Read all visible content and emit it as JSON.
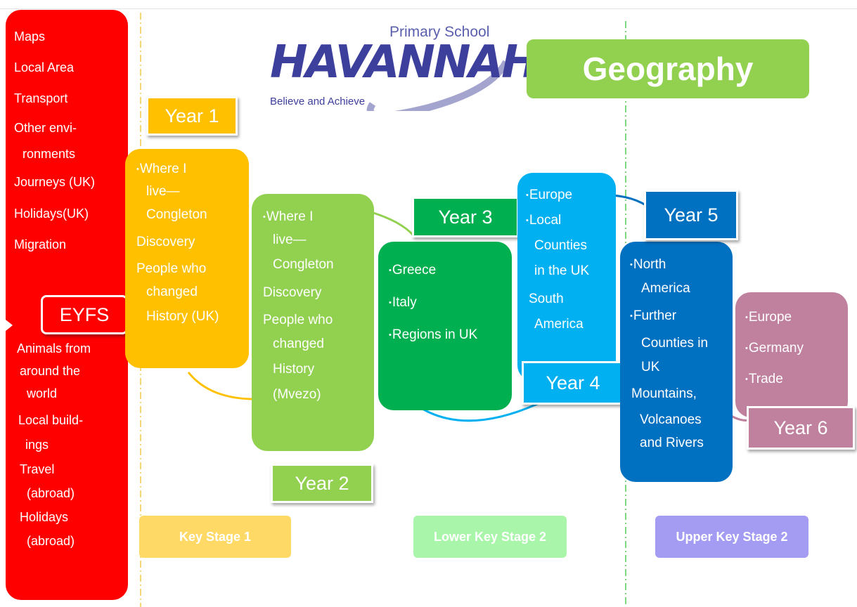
{
  "logo": {
    "name": "HAVANNAH",
    "school": "Primary School",
    "motto": "Believe and Achieve"
  },
  "title": "Geography",
  "eyfs": {
    "label": "EYFS",
    "top_items": [
      "Maps",
      "Local Area",
      "Transport",
      "Other envi-",
      "ronments",
      "Journeys (UK)",
      "Holidays(UK)",
      "Migration"
    ],
    "bottom_items": [
      "Animals from",
      "around the",
      "world",
      "Local build-",
      "ings",
      "Travel",
      "(abroad)",
      "Holidays",
      "(abroad)"
    ]
  },
  "years": [
    {
      "label": "Year 1",
      "items": [
        "Where I",
        "live—",
        "Congleton",
        "Discovery",
        "People who",
        "changed",
        "History (UK)"
      ]
    },
    {
      "label": "Year 2",
      "items": [
        "Where I",
        "live—",
        "Congleton",
        "Discovery",
        "People who",
        "changed",
        "History",
        "(Mvezo)"
      ]
    },
    {
      "label": "Year 3",
      "items": [
        "Greece",
        "Italy",
        "Regions in UK"
      ]
    },
    {
      "label": "Year 4",
      "items": [
        "Europe",
        "Local",
        "Counties",
        "in the UK",
        "South",
        "America"
      ]
    },
    {
      "label": "Year 5",
      "items": [
        "North",
        "America",
        "Further",
        "Counties in",
        "UK",
        "Mountains,",
        "Volcanoes",
        "and Rivers"
      ]
    },
    {
      "label": "Year 6",
      "items": [
        "Europe",
        "Germany",
        "Trade"
      ]
    }
  ],
  "stages": [
    "Key Stage 1",
    "Lower Key Stage 2",
    "Upper Key Stage 2"
  ],
  "colors": {
    "eyfs": "#ff0000",
    "year1": "#ffc000",
    "year2": "#92d050",
    "year3": "#00b050",
    "year4": "#00b0f0",
    "year5": "#0070c0",
    "year6": "#c0819f",
    "title": "#92d050",
    "ks1": "#ffd966",
    "lks2": "#a9f5a9",
    "uks2": "#a39cf2",
    "logo": "#3d3f9c"
  },
  "icons": [
    "dash-dot-divider-line",
    "curved-connector-line",
    "bullet-dot"
  ]
}
